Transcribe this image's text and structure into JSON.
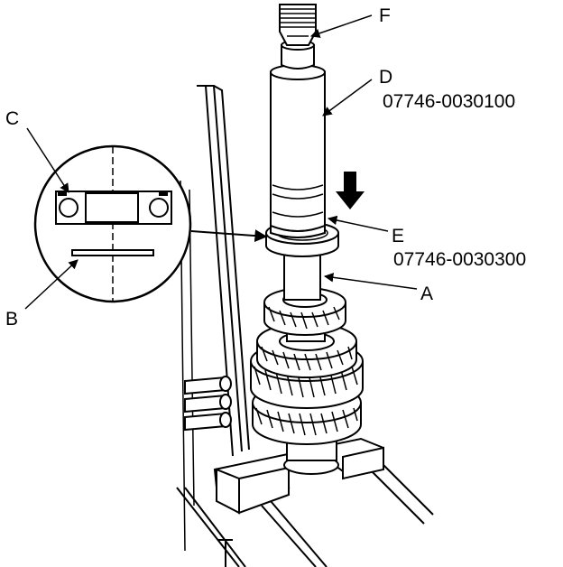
{
  "callouts": {
    "a": {
      "letter": "A"
    },
    "b": {
      "letter": "B"
    },
    "c": {
      "letter": "C"
    },
    "d": {
      "letter": "D",
      "part_number": "07746-0030100"
    },
    "e": {
      "letter": "E",
      "part_number": "07746-0030300"
    },
    "f": {
      "letter": "F"
    }
  },
  "icons": {
    "press_direction": "down-arrow-icon",
    "detail_view": "magnifier-circle"
  },
  "colors": {
    "ink": "#000000",
    "paper": "#ffffff"
  }
}
